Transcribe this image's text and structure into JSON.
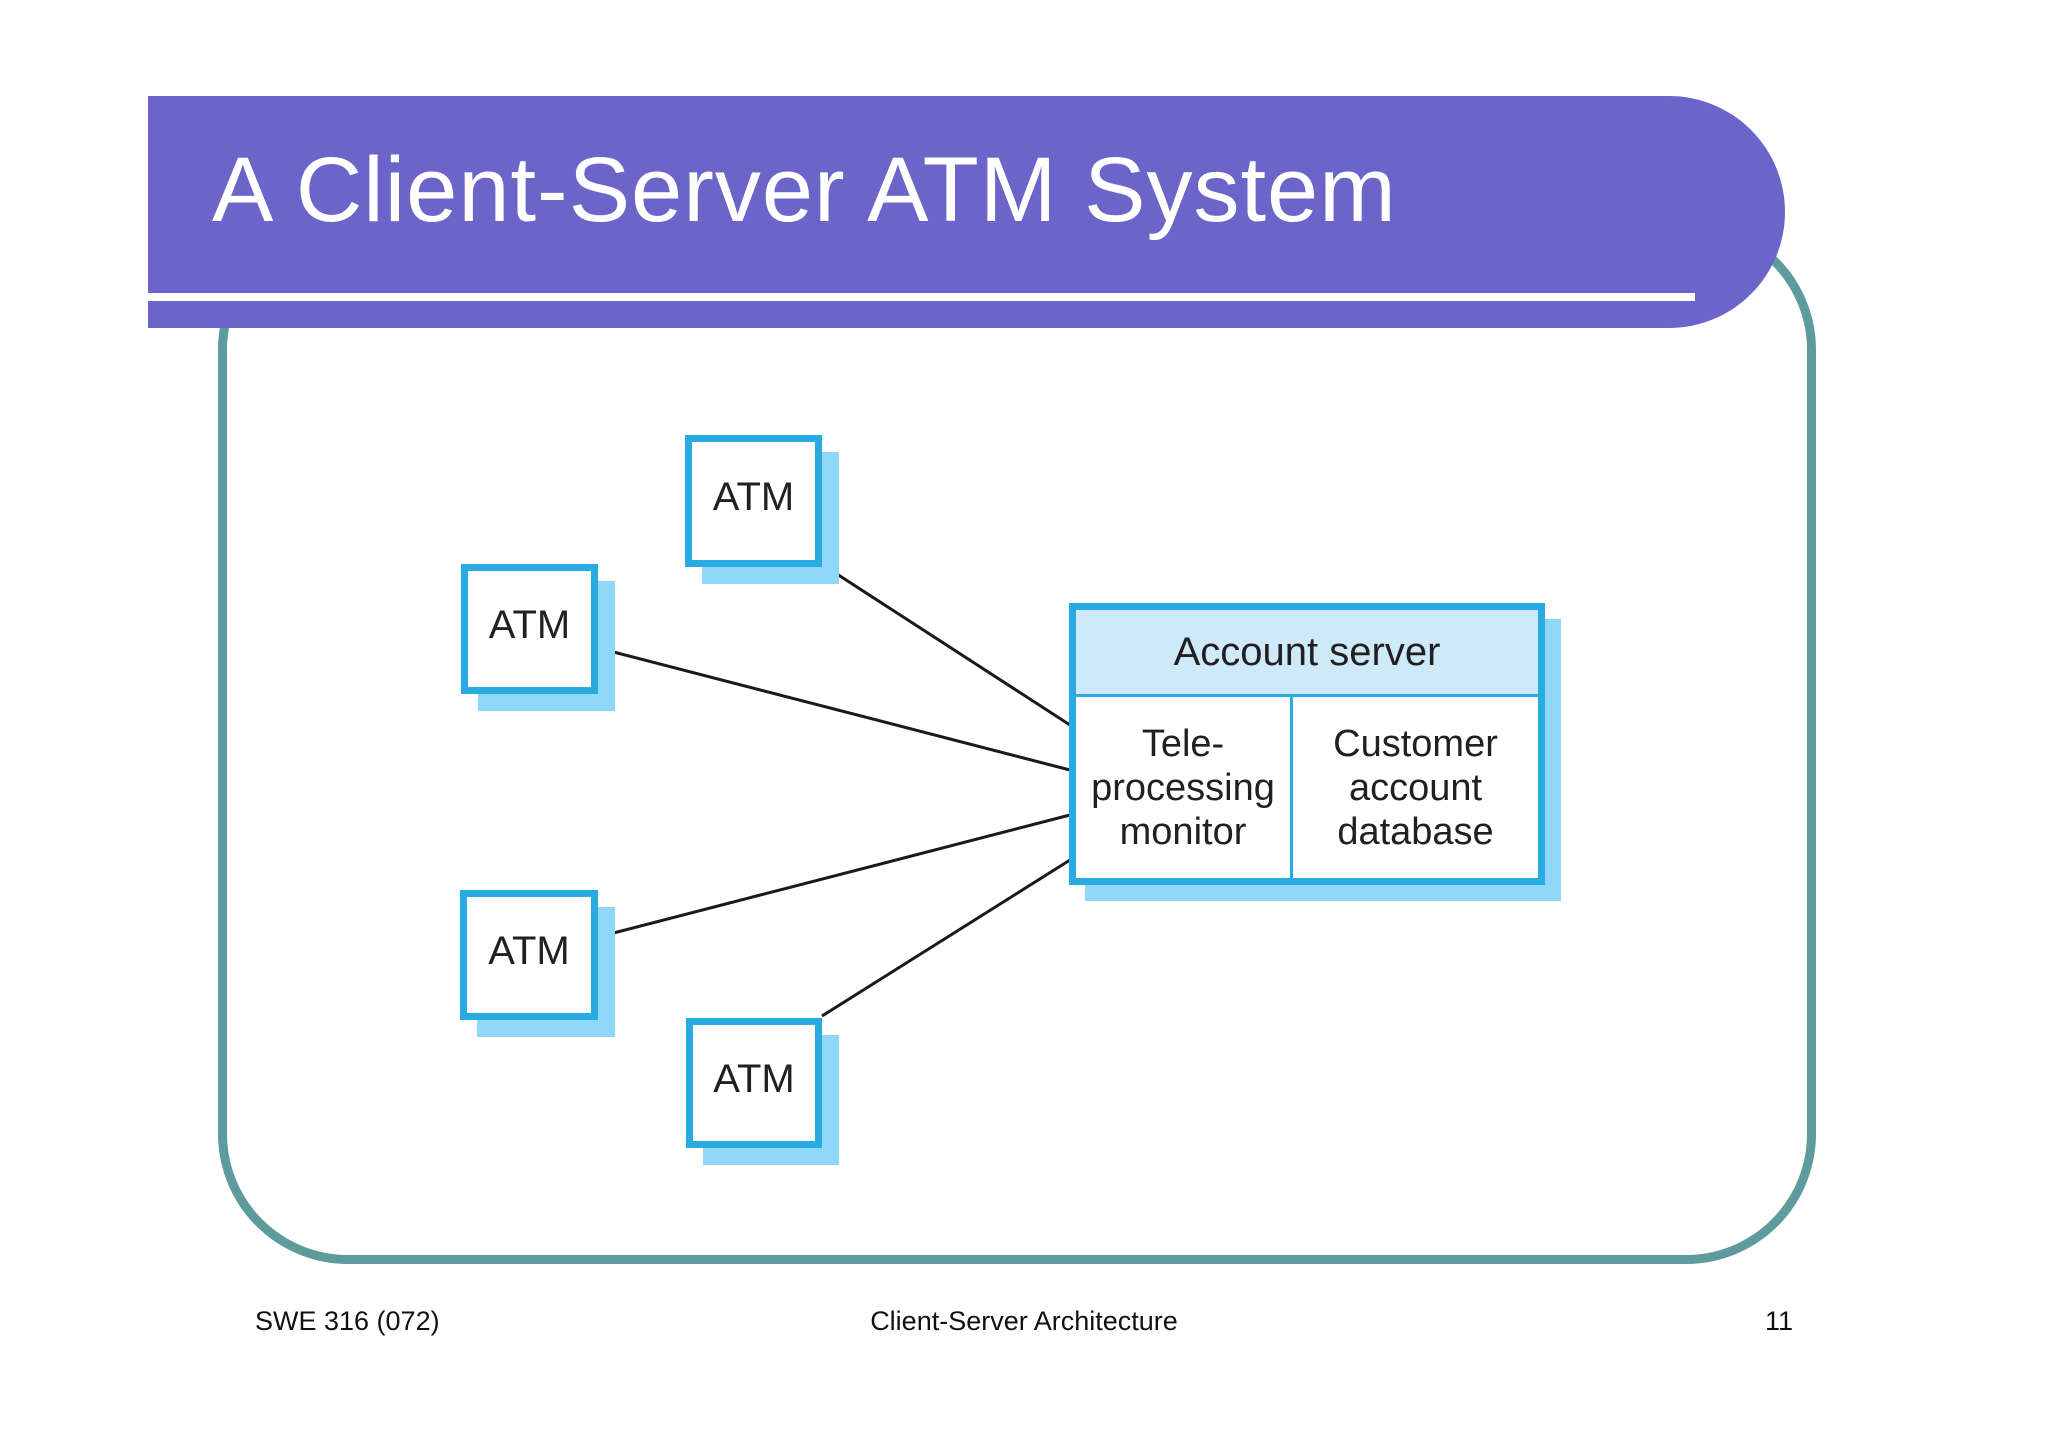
{
  "slide": {
    "title": "A Client-Server ATM System",
    "footer": {
      "left": "SWE 316 (072)",
      "center": "Client-Server Architecture",
      "page": "11"
    }
  },
  "diagram": {
    "atms": [
      {
        "label": "ATM"
      },
      {
        "label": "ATM"
      },
      {
        "label": "ATM"
      },
      {
        "label": "ATM"
      }
    ],
    "server": {
      "title": "Account server",
      "teleprocessing": {
        "line1": "Tele-",
        "line2": "processing",
        "line3": "monitor"
      },
      "database": {
        "line1": "Customer",
        "line2": "account",
        "line3": "database"
      }
    }
  },
  "colors": {
    "banner_purple": "#6B65C9",
    "frame_teal": "#5E9B9C",
    "node_border_blue": "#29ABE2",
    "node_shadow_blue": "#8FD8F8",
    "server_header_fill": "#CDE9FA",
    "connector_black": "#1A1A1A",
    "text_dark": "#231F20",
    "title_white": "#FFFFFF"
  }
}
